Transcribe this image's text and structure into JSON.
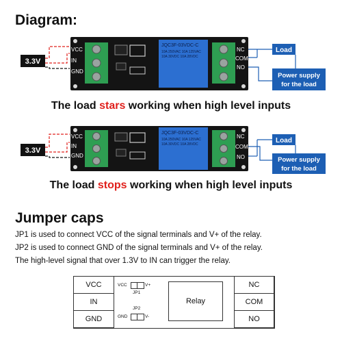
{
  "diagram_title": "Diagram:",
  "module": {
    "input_pins": [
      "VCC",
      "IN",
      "GND"
    ],
    "output_pins": [
      "NC",
      "COM",
      "NO"
    ],
    "relay_print": "JQC3F-03VDC-C",
    "relay_spec_1": "10A 250VAC 10A 125VAC",
    "relay_spec_2": "10A 30VDC 10A 28VDC"
  },
  "diagram1": {
    "voltage": "3.3V",
    "load_label": "Load",
    "power_line1": "Power supply",
    "power_line2": "for the load",
    "caption_pre": "The load ",
    "caption_highlight": "stars",
    "caption_post": " working when high level inputs"
  },
  "diagram2": {
    "voltage": "3.3V",
    "load_label": "Load",
    "power_line1": "Power supply",
    "power_line2": "for the load",
    "caption_pre": "The load ",
    "caption_highlight": "stops",
    "caption_post": " working when high level inputs"
  },
  "jumper": {
    "title": "Jumper caps",
    "lines": [
      "JP1 is used to connect VCC of the signal terminals and V+ of the relay.",
      "JP2 is used to connect GND of the signal terminals and V+ of the relay.",
      "The high-level signal that over 1.3V to IN can trigger the relay."
    ]
  },
  "table": {
    "left": [
      "VCC",
      "IN",
      "GND"
    ],
    "right": [
      "NC",
      "COM",
      "NO"
    ],
    "center": "Relay",
    "jp1_label": "JP1",
    "jp1_left": "VCC",
    "jp1_right": "V+",
    "jp2_label": "JP2",
    "jp2_left": "GND",
    "jp2_right": "V-"
  },
  "colors": {
    "accent_blue": "#1d5fb4",
    "highlight_red": "#e0201c",
    "terminal_green": "#2e9e52",
    "board_black": "#141414",
    "relay_blue": "#2c6fd1"
  }
}
